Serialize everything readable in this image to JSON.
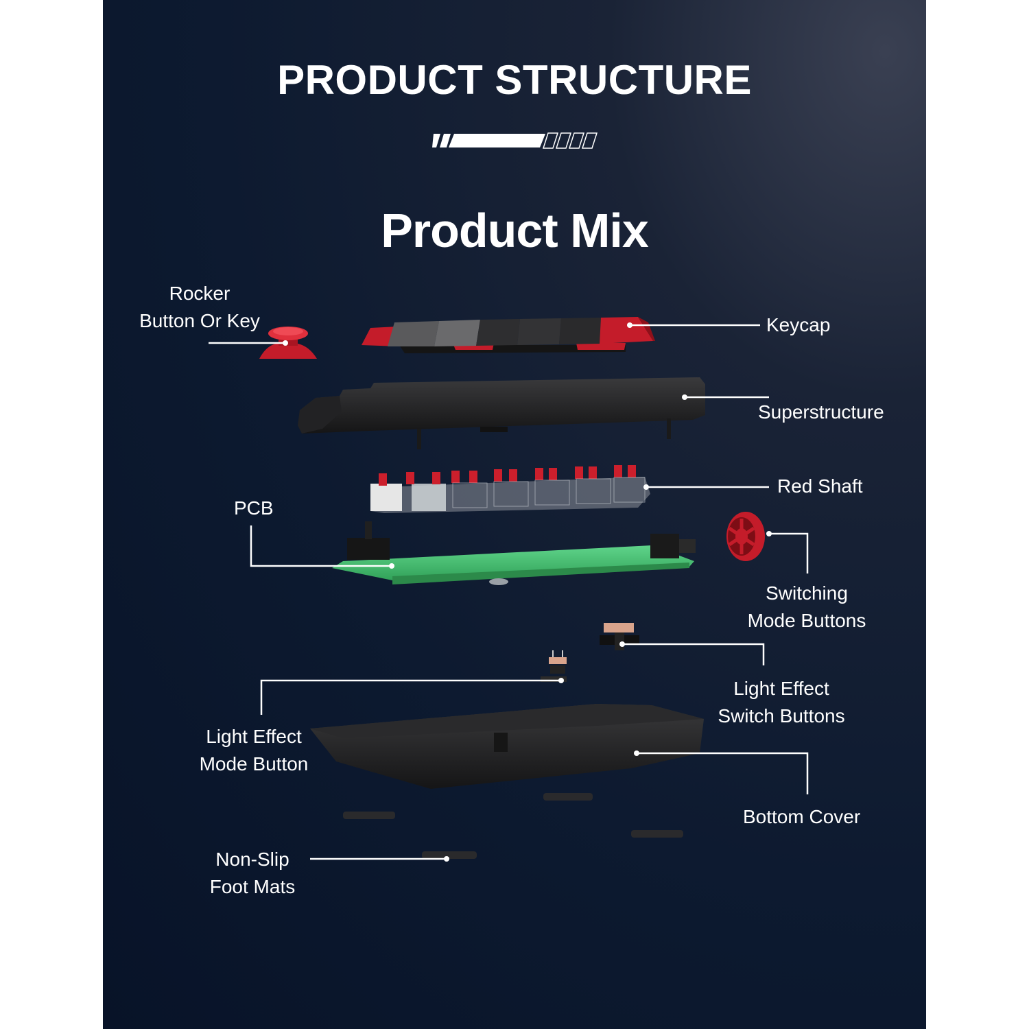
{
  "title": "PRODUCT STRUCTURE",
  "subtitle": "Product Mix",
  "labels": {
    "rocker": "Rocker\nButton Or Key",
    "keycap": "Keycap",
    "superstructure": "Superstructure",
    "red_shaft": "Red Shaft",
    "pcb": "PCB",
    "switching_mode": "Switching\nMode Buttons",
    "light_effect_switch": "Light Effect\nSwitch Buttons",
    "light_effect_mode": "Light Effect\nMode Button",
    "bottom_cover": "Bottom Cover",
    "foot_mats": "Non-Slip\nFoot Mats"
  },
  "colors": {
    "background": "#0d1a30",
    "text": "#ffffff",
    "accent_red": "#d0202e",
    "pcb_green": "#3fbf6a",
    "case_black": "#1c1c1e"
  }
}
